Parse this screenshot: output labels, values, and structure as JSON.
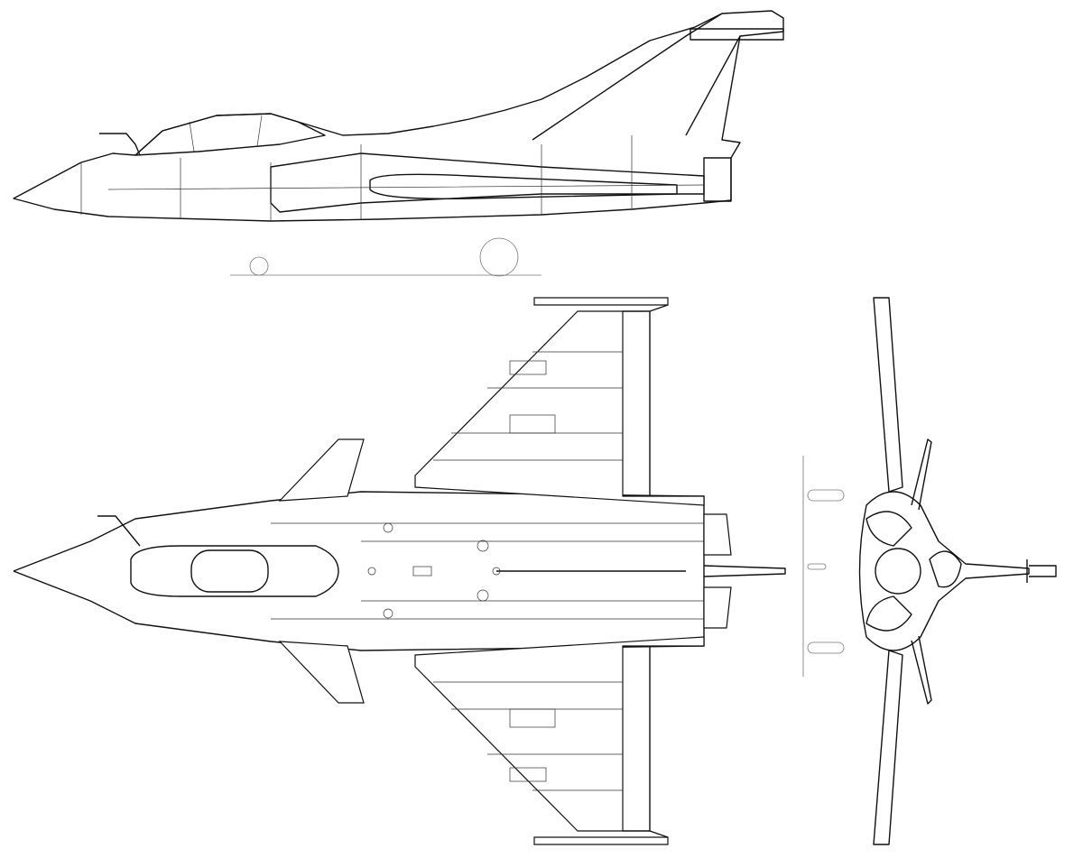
{
  "colors": {
    "background": "#ffffff",
    "line": "#111111",
    "detail": "#333333"
  },
  "views": [
    "side-view",
    "plan-view",
    "front-view"
  ]
}
